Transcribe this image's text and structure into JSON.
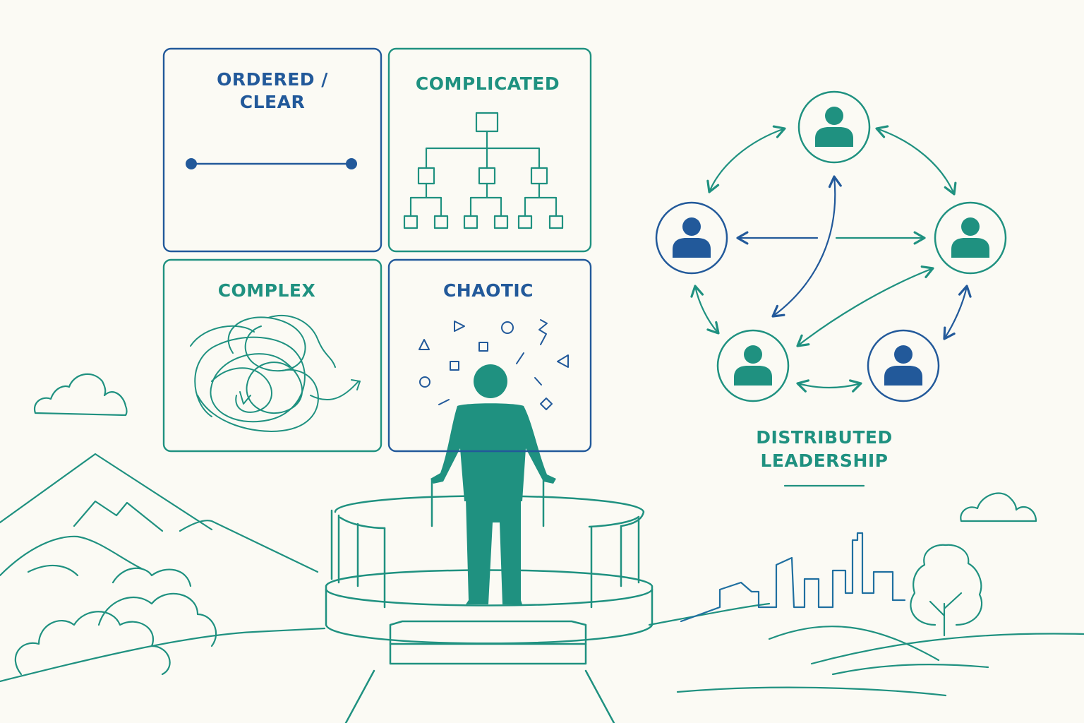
{
  "colors": {
    "blue": "#22599a",
    "green": "#1f9180",
    "green_dark": "#1b8a7a",
    "background": "#fbfaf4"
  },
  "quadrants": [
    {
      "id": "ordered",
      "label_lines": [
        "ORDERED /",
        "CLEAR"
      ],
      "color": "#22599a",
      "icon": "straight-line-icon"
    },
    {
      "id": "complicated",
      "label_lines": [
        "COMPLICATED"
      ],
      "color": "#1f9180",
      "icon": "hierarchy-tree-icon"
    },
    {
      "id": "complex",
      "label_lines": [
        "COMPLEX"
      ],
      "color": "#1f9180",
      "icon": "tangled-path-icon"
    },
    {
      "id": "chaotic",
      "label_lines": [
        "CHAOTIC"
      ],
      "color": "#22599a",
      "icon": "scattered-shapes-icon"
    }
  ],
  "network": {
    "label_lines": [
      "DISTRIBUTED",
      "LEADERSHIP"
    ],
    "nodes": [
      {
        "id": "top",
        "color": "#1f9180"
      },
      {
        "id": "left",
        "color": "#22599a"
      },
      {
        "id": "right",
        "color": "#1f9180"
      },
      {
        "id": "bottom-left",
        "color": "#1f9180"
      },
      {
        "id": "bottom-right",
        "color": "#22599a"
      }
    ]
  },
  "scene": {
    "figure": "person-on-observation-platform",
    "landscape": [
      "mountains",
      "bushes",
      "clouds",
      "city-skyline",
      "tree",
      "hills"
    ]
  }
}
